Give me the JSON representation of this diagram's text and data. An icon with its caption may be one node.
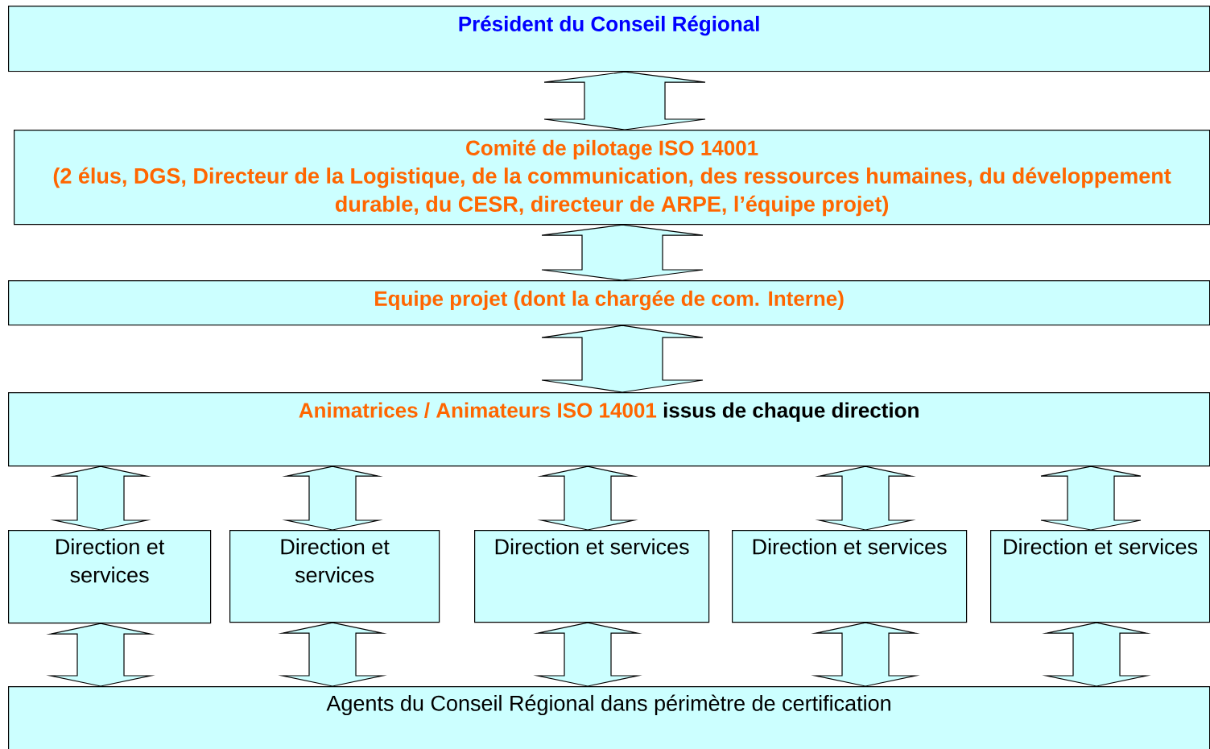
{
  "diagram": {
    "nodes": [
      {
        "text": [
          "Président du Conseil Régional"
        ]
      },
      {
        "text": [
          "Comité de pilotage ISO 14001",
          "(2 élus, DGS, Directeur de la Logistique, de la communication, des ressources humaines, du développement durable, du CESR, directeur de ARPE, l’équipe projet)"
        ]
      },
      {
        "text": [
          "Equipe projet (dont la chargée de com. Interne)"
        ]
      },
      {
        "text": [
          "Animatrices / Animateurs ISO 14001",
          "issus de chaque direction"
        ]
      },
      {
        "text": [
          "Direction et services"
        ]
      },
      {
        "text": [
          "Direction et services"
        ]
      },
      {
        "text": [
          "Direction et services"
        ]
      },
      {
        "text": [
          "Direction et services"
        ]
      },
      {
        "text": [
          "Direction et services"
        ]
      },
      {
        "text": [
          "Agents du Conseil Régional dans périmètre de certification"
        ]
      }
    ],
    "edges": [
      {
        "from": 0,
        "to": 1,
        "arrow": "both"
      },
      {
        "from": 1,
        "to": 2,
        "arrow": "both"
      },
      {
        "from": 2,
        "to": 3,
        "arrow": "both"
      },
      {
        "from": 3,
        "to": 4,
        "arrow": "both"
      },
      {
        "from": 3,
        "to": 5,
        "arrow": "both"
      },
      {
        "from": 3,
        "to": 6,
        "arrow": "both"
      },
      {
        "from": 3,
        "to": 7,
        "arrow": "both"
      },
      {
        "from": 3,
        "to": 8,
        "arrow": "both"
      },
      {
        "from": 4,
        "to": 9,
        "arrow": "both"
      },
      {
        "from": 5,
        "to": 9,
        "arrow": "both"
      },
      {
        "from": 6,
        "to": 9,
        "arrow": "both"
      },
      {
        "from": 7,
        "to": 9,
        "arrow": "both"
      },
      {
        "from": 8,
        "to": 9,
        "arrow": "both"
      }
    ]
  }
}
